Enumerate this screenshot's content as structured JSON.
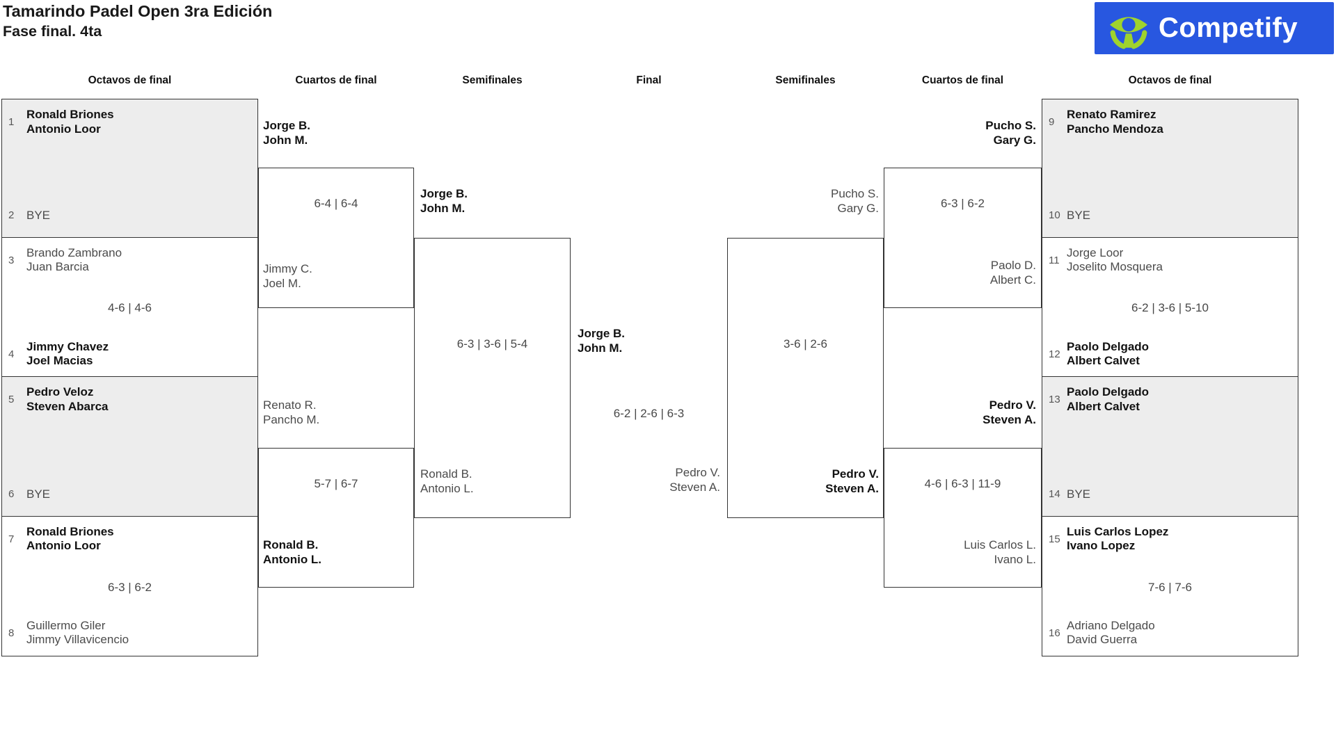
{
  "title": {
    "line1": "Tamarindo Padel Open 3ra Edición",
    "line2": "Fase final. 4ta"
  },
  "logo": {
    "brand": "Competify"
  },
  "colors": {
    "logo_blue": "#2857e0",
    "logo_green": "#9fd32d",
    "bye_fill": "#ededed",
    "border": "#333333",
    "winner_text": "#121212",
    "loser_text": "#4b4b4b"
  },
  "headers": {
    "octavos_left": "Octavos de final",
    "cuartos_left": "Cuartos de final",
    "semis_left": "Semifinales",
    "final": "Final",
    "semis_right": "Semifinales",
    "cuartos_right": "Cuartos de final",
    "octavos_right": "Octavos de final"
  },
  "octavos_left": [
    {
      "seed_top": "1",
      "team_top": [
        "Ronald Briones",
        "Antonio Loor"
      ],
      "seed_bottom": "2",
      "team_bottom": [
        "BYE"
      ],
      "score": "",
      "winner": "top",
      "bye": true
    },
    {
      "seed_top": "3",
      "team_top": [
        "Brando Zambrano",
        "Juan Barcia"
      ],
      "seed_bottom": "4",
      "team_bottom": [
        "Jimmy Chavez",
        "Joel Macias"
      ],
      "score": "4-6 | 4-6",
      "winner": "bottom",
      "bye": false
    },
    {
      "seed_top": "5",
      "team_top": [
        "Pedro Veloz",
        "Steven Abarca"
      ],
      "seed_bottom": "6",
      "team_bottom": [
        "BYE"
      ],
      "score": "",
      "winner": "top",
      "bye": true
    },
    {
      "seed_top": "7",
      "team_top": [
        "Ronald Briones",
        "Antonio Loor"
      ],
      "seed_bottom": "8",
      "team_bottom": [
        "Guillermo Giler",
        "Jimmy Villavicencio"
      ],
      "score": "6-3 | 6-2",
      "winner": "top",
      "bye": false
    }
  ],
  "cuartos_left": [
    {
      "team_top": [
        "Jorge B.",
        "John M."
      ],
      "score": "6-4 | 6-4",
      "team_bottom": [
        "Jimmy C.",
        "Joel M."
      ],
      "winner": "top"
    },
    {
      "team_top": [
        "Renato R.",
        "Pancho M."
      ],
      "score": "5-7 | 6-7",
      "team_bottom": [
        "Ronald B.",
        "Antonio L."
      ],
      "winner": "bottom"
    }
  ],
  "semis_left": {
    "team_top": [
      "Jorge B.",
      "John M."
    ],
    "score": "6-3 | 3-6 | 5-4",
    "team_bottom": [
      "Ronald B.",
      "Antonio L."
    ],
    "winner": "top"
  },
  "final": {
    "team_left": [
      "Jorge B.",
      "John M."
    ],
    "score": "6-2 | 2-6 | 6-3",
    "team_right": [
      "Pedro V.",
      "Steven A."
    ],
    "winner": "left"
  },
  "semis_right": {
    "team_top": [
      "Pucho S.",
      "Gary G."
    ],
    "score": "3-6 | 2-6",
    "team_bottom": [
      "Pedro V.",
      "Steven A."
    ],
    "winner": "bottom"
  },
  "cuartos_right": [
    {
      "team_top": [
        "Pucho S.",
        "Gary G."
      ],
      "score": "6-3 | 6-2",
      "team_bottom": [
        "Paolo D.",
        "Albert C."
      ],
      "winner": "top"
    },
    {
      "team_top": [
        "Pedro V.",
        "Steven A."
      ],
      "score": "4-6 | 6-3 | 11-9",
      "team_bottom": [
        "Luis Carlos L.",
        "Ivano L."
      ],
      "winner": "top"
    }
  ],
  "octavos_right": [
    {
      "seed_top": "9",
      "team_top": [
        "Renato Ramirez",
        "Pancho Mendoza"
      ],
      "seed_bottom": "10",
      "team_bottom": [
        "BYE"
      ],
      "score": "",
      "winner": "top",
      "bye": true
    },
    {
      "seed_top": "11",
      "team_top": [
        "Jorge Loor",
        "Joselito Mosquera"
      ],
      "seed_bottom": "12",
      "team_bottom": [
        "Paolo Delgado",
        "Albert Calvet"
      ],
      "score": "6-2 | 3-6 | 5-10",
      "winner": "bottom",
      "bye": false
    },
    {
      "seed_top": "13",
      "team_top": [
        "Paolo Delgado",
        "Albert Calvet"
      ],
      "seed_bottom": "14",
      "team_bottom": [
        "BYE"
      ],
      "score": "",
      "winner": "top",
      "bye": true
    },
    {
      "seed_top": "15",
      "team_top": [
        "Luis Carlos Lopez",
        "Ivano Lopez"
      ],
      "seed_bottom": "16",
      "team_bottom": [
        "Adriano Delgado",
        "David Guerra"
      ],
      "score": "7-6 | 7-6",
      "winner": "top",
      "bye": false
    }
  ]
}
